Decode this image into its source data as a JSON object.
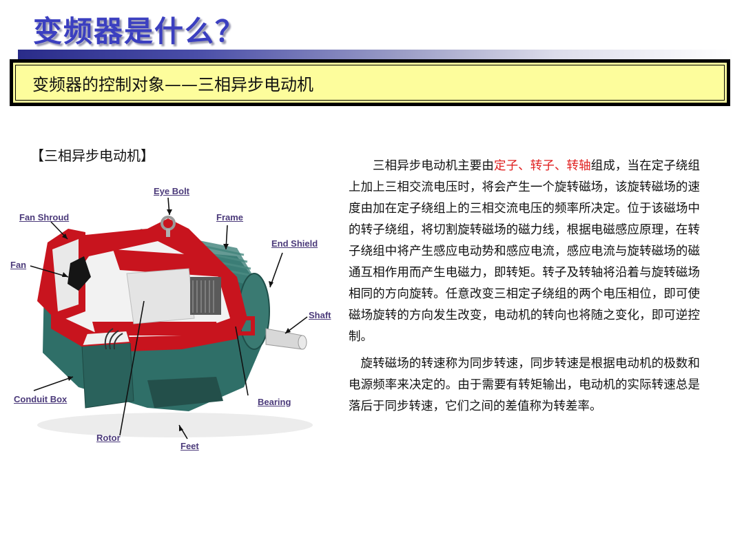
{
  "slide": {
    "title": "变频器是什么？",
    "subtitle": "变频器的控制对象——三相异步电动机",
    "section_label": "【三相异步电动机】"
  },
  "figure": {
    "description": "Cutaway diagram of a three-phase induction motor",
    "callouts": {
      "eye_bolt": "Eye Bolt",
      "fan_shroud": "Fan Shroud",
      "frame": "Frame",
      "end_shield": "End Shield",
      "fan": "Fan",
      "shaft": "Shaft",
      "conduit_box": "Conduit Box",
      "bearing": "Bearing",
      "rotor": "Rotor",
      "feet": "Feet"
    }
  },
  "body": {
    "p1_lead": "三相异步电动机主要由",
    "p1_highlight": "定子、转子、转轴",
    "p1_rest": "组成，当在定子绕组上加上三相交流电压时，将会产生一个旋转磁场，该旋转磁场的速度由加在定子绕组上的三相交流电压的频率所决定。位于该磁场中的转子绕组，将切割旋转磁场的磁力线，根据电磁感应原理，在转子绕组中将产生感应电动势和感应电流，感应电流与旋转磁场的磁通互相作用而产生电磁力，即转矩。转子及转轴将沿着与旋转磁场相同的方向旋转。任意改变三相定子绕组的两个电压相位，即可使磁场旋转的方向发生改变，电动机的转向也将随之变化，即可逆控制。",
    "p2": "旋转磁场的转速称为同步转速，同步转速是根据电动机的极数和电源频率来决定的。由于需要有转矩输出，电动机的实际转速总是落后于同步转速，它们之间的差值称为转差率。"
  },
  "colors": {
    "title": "#3b3fc0",
    "subtitle_bg": "#fdfd9c",
    "highlight": "#e02020",
    "callout": "#4b3a7a",
    "motor_green": "#2f6f68",
    "motor_red": "#c8141e"
  }
}
